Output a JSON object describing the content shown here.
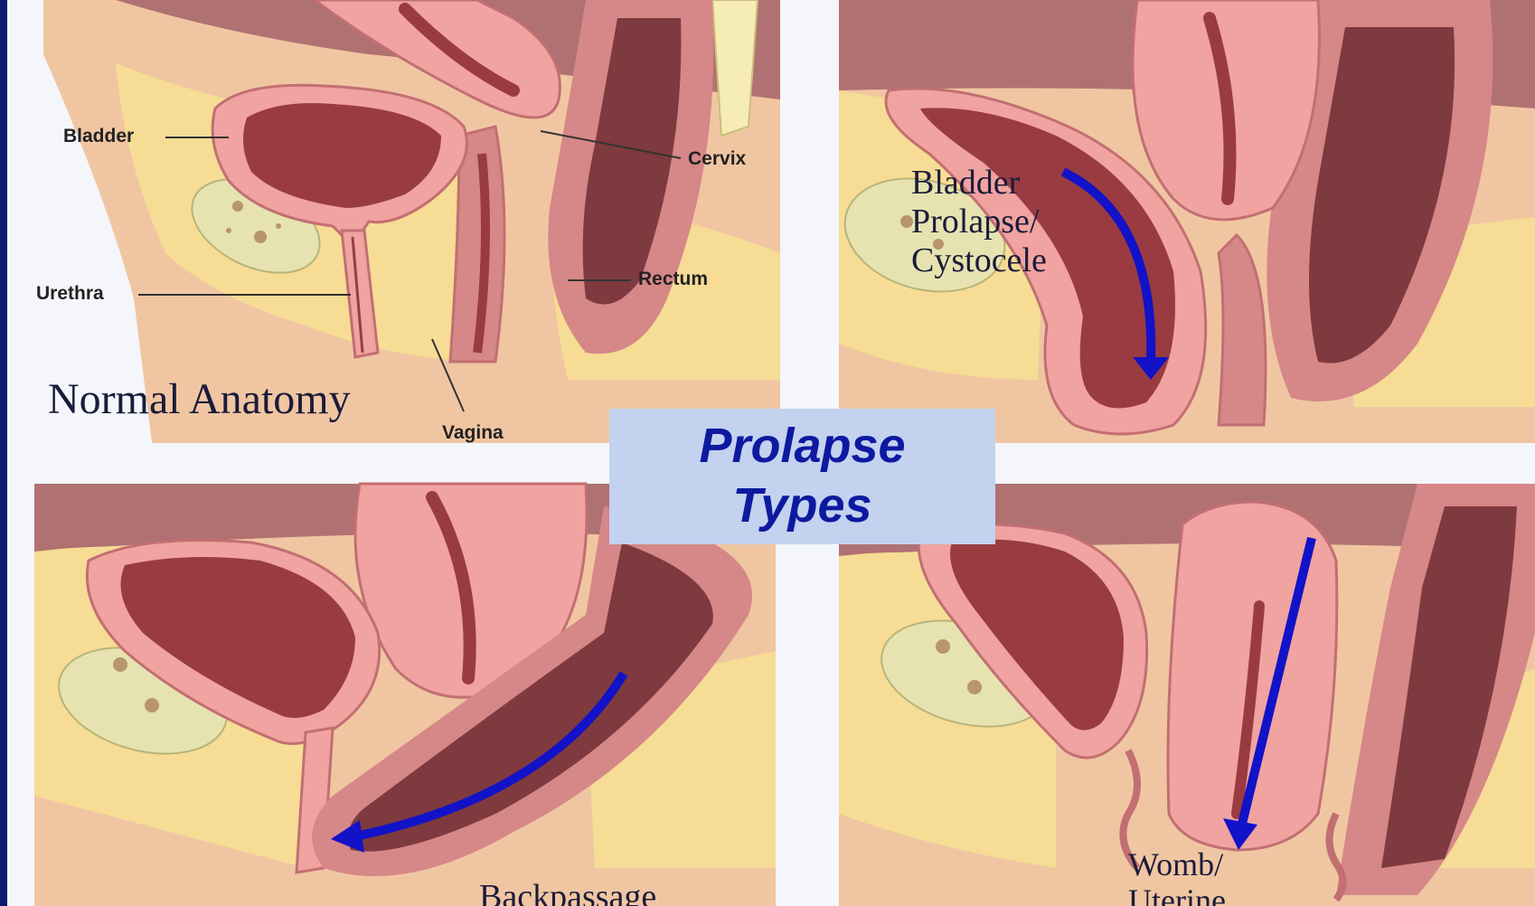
{
  "title": {
    "line1": "Prolapse",
    "line2": "Types"
  },
  "panels": {
    "normal": {
      "caption": "Normal Anatomy",
      "labels": {
        "bladder": "Bladder",
        "cervix": "Cervix",
        "urethra": "Urethra",
        "rectum": "Rectum",
        "vagina": "Vagina"
      }
    },
    "bladder_prolapse": {
      "line1": "Bladder",
      "line2": "Prolapse/",
      "line3": "Cystocele"
    },
    "back_passage": {
      "label": "Backpassage"
    },
    "womb": {
      "line1": "Womb/",
      "line2": "Uterine"
    }
  },
  "colors": {
    "frame": "#0a1a6e",
    "skin": "#f0c6a2",
    "fat": "#f6dc94",
    "organ": "#f0a3a0",
    "lumen": "#9a3b42",
    "dark_tissue": "#7e3a3e",
    "arrow": "#1212c8",
    "title_box": "#c3d2ee",
    "title_text": "#0d1aa0"
  }
}
